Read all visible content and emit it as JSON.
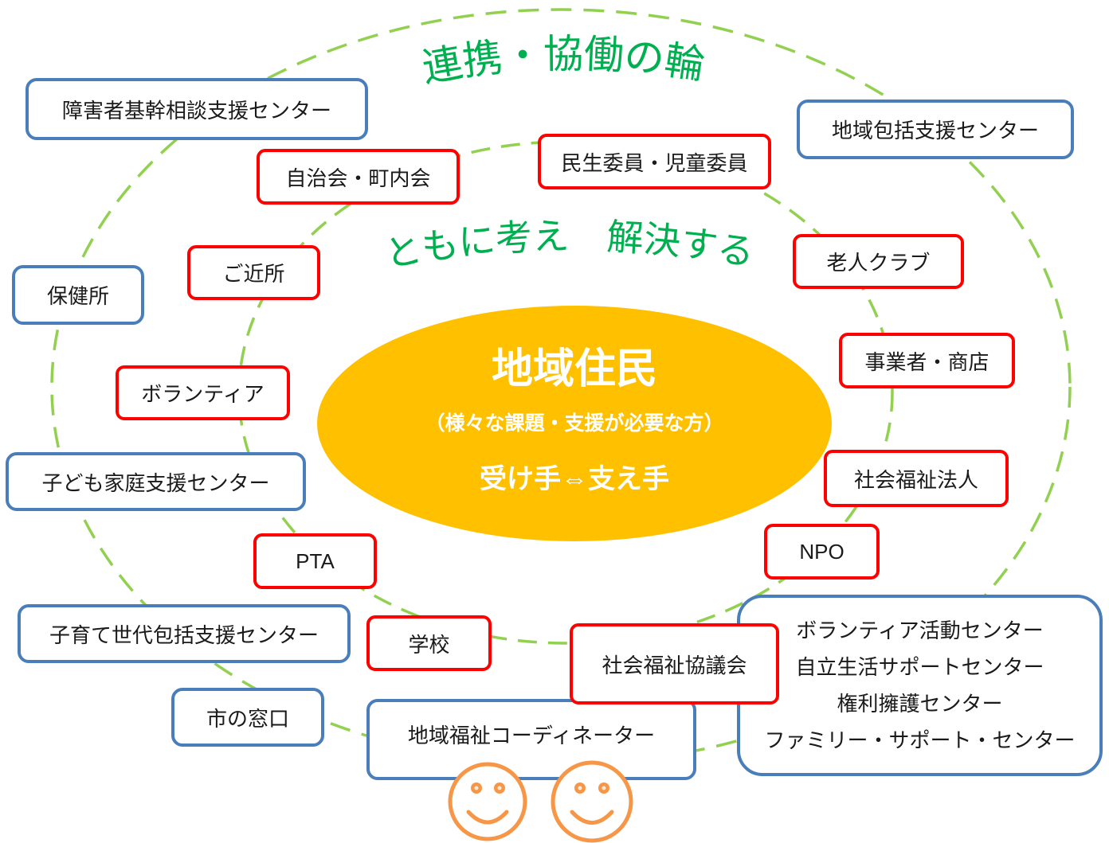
{
  "title": "連携・協働の輪",
  "subtitle": "ともに考え　解決する",
  "center": {
    "heading": "地域住民",
    "note": "（様々な課題・支援が必要な方）",
    "role": "受け手⇔支え手"
  },
  "outer": {
    "disability_center": "障害者基幹相談支援センター",
    "community_center": "地域包括支援センター",
    "health_center": "保健所",
    "child_family_center": "子ども家庭支援センター",
    "childcare_center": "子育て世代包括支援センター",
    "city_office": "市の窓口",
    "coordinator": "地域福祉コーディネーター",
    "support_centers": [
      "ボランティア活動センター",
      "自立生活サポートセンター",
      "権利擁護センター",
      "ファミリー・サポート・センター"
    ]
  },
  "inner": {
    "neighborhood_association": "自治会・町内会",
    "welfare_commissioners": "民生委員・児童委員",
    "seniors_club": "老人クラブ",
    "neighbors": "ご近所",
    "businesses": "事業者・商店",
    "volunteers": "ボランティア",
    "social_welfare_corps": "社会福祉法人",
    "npo": "NPO",
    "pta": "PTA",
    "school": "学校",
    "social_welfare_council": "社会福祉協議会"
  },
  "colors": {
    "ring_dash": "#92D050",
    "title_text": "#00B050",
    "center_fill": "#FFC000",
    "outer_border": "#4A7EBB",
    "inner_border": "#FF0000",
    "face": "#F79646"
  },
  "icons": [
    "smiley-face-icon",
    "smiley-face-icon"
  ]
}
